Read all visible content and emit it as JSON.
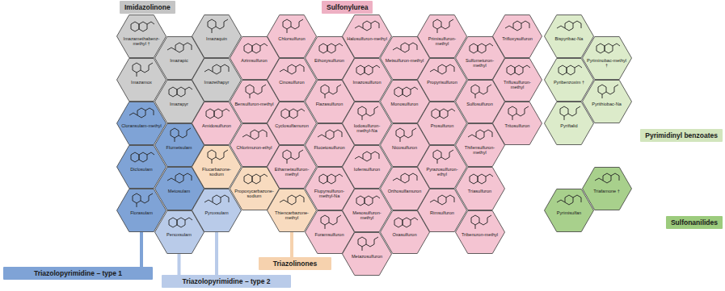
{
  "diagram": {
    "nodes": [
      {
        "text": [
          "Imidazolinone"
        ]
      },
      {
        "text": [
          "Sulfonylurea"
        ]
      },
      {
        "text": [
          "Imazamethabenz-methyl †"
        ]
      },
      {
        "text": [
          "Imazamox"
        ]
      },
      {
        "text": [
          "Cloransulam-methyl"
        ]
      },
      {
        "text": [
          "Diclosulam"
        ]
      },
      {
        "text": [
          "Florasulam"
        ]
      },
      {
        "text": [
          "Imazapic"
        ]
      },
      {
        "text": [
          "Imazapyr"
        ]
      },
      {
        "text": [
          "Flumetsulam"
        ]
      },
      {
        "text": [
          "Metosulam"
        ]
      },
      {
        "text": [
          "Penoxsulam"
        ]
      },
      {
        "text": [
          "Imazaquin"
        ]
      },
      {
        "text": [
          "Imazethapyr"
        ]
      },
      {
        "text": [
          "Amidosulfuron"
        ]
      },
      {
        "text": [
          "Flucarbazone-sodium"
        ]
      },
      {
        "text": [
          "Pyroxsulam"
        ]
      },
      {
        "text": [
          "Azimsulfuron"
        ]
      },
      {
        "text": [
          "Bensulfuron-methyl"
        ]
      },
      {
        "text": [
          "Chlorimuron-ethyl"
        ]
      },
      {
        "text": [
          "Propoxycarbazone-sodium"
        ]
      },
      {
        "text": [
          "Chlorsulfuron"
        ]
      },
      {
        "text": [
          "Cinosulfuron"
        ]
      },
      {
        "text": [
          "Cyclosulfamuron"
        ]
      },
      {
        "text": [
          "Ethametsulfuron-methyl"
        ]
      },
      {
        "text": [
          "Thiencarbazone-methyl"
        ]
      },
      {
        "text": [
          "Ethoxysulfuron"
        ]
      },
      {
        "text": [
          "Flazasulfuron"
        ]
      },
      {
        "text": [
          "Flucetosulfuron"
        ]
      },
      {
        "text": [
          "Flupyrsulfuron-methyl-Na"
        ]
      },
      {
        "text": [
          "Foramsulfuron"
        ]
      },
      {
        "text": [
          "Halosulfuron-methyl"
        ]
      },
      {
        "text": [
          "Imazosulfuron"
        ]
      },
      {
        "text": [
          "Iodosulfuron-methyl-Na"
        ]
      },
      {
        "text": [
          "Iofensulfuron"
        ]
      },
      {
        "text": [
          "Mesosulfuron-methyl"
        ]
      },
      {
        "text": [
          "Metazosulfuron"
        ]
      },
      {
        "text": [
          "Metsulfuron-methyl"
        ]
      },
      {
        "text": [
          "Monosulfuron"
        ]
      },
      {
        "text": [
          "Nicosulfuron"
        ]
      },
      {
        "text": [
          "Orthosulfamuron"
        ]
      },
      {
        "text": [
          "Oxasulfuron"
        ]
      },
      {
        "text": [
          "Primisulfuron-methyl"
        ]
      },
      {
        "text": [
          "Propyrisulfuron"
        ]
      },
      {
        "text": [
          "Prosulfuron"
        ]
      },
      {
        "text": [
          "Pyrazosulfuron-ethyl"
        ]
      },
      {
        "text": [
          "Rimsulfuron"
        ]
      },
      {
        "text": [
          "Sulfometuron-methyl"
        ]
      },
      {
        "text": [
          "Sulfosulfuron"
        ]
      },
      {
        "text": [
          "Thifensulfuron-methyl"
        ]
      },
      {
        "text": [
          "Triasulfuron"
        ]
      },
      {
        "text": [
          "Tribenuron-methyl"
        ]
      },
      {
        "text": [
          "Trifloxysulfuron"
        ]
      },
      {
        "text": [
          "Triflusulfuron-methyl"
        ]
      },
      {
        "text": [
          "Tritosulfuron"
        ]
      },
      {
        "text": [
          "Bispyribac-Na"
        ]
      },
      {
        "text": [
          "Pyribenzoxim †"
        ]
      },
      {
        "text": [
          "Pyriftalid"
        ]
      },
      {
        "text": [
          "Pyrimisulfan"
        ]
      },
      {
        "text": [
          "Pyriminobac-methyl †"
        ]
      },
      {
        "text": [
          "Pyrithiobac-Na"
        ]
      },
      {
        "text": [
          "Triafamone †"
        ]
      },
      {
        "text": [
          "Pyrimidinyl benzoates"
        ]
      },
      {
        "text": [
          "Sulfonanilides"
        ]
      },
      {
        "text": [
          "Triazolinones"
        ]
      },
      {
        "text": [
          "Triazolopyrimidine – type 1"
        ]
      },
      {
        "text": [
          "Triazolopyrimidine – type 2"
        ]
      }
    ]
  }
}
